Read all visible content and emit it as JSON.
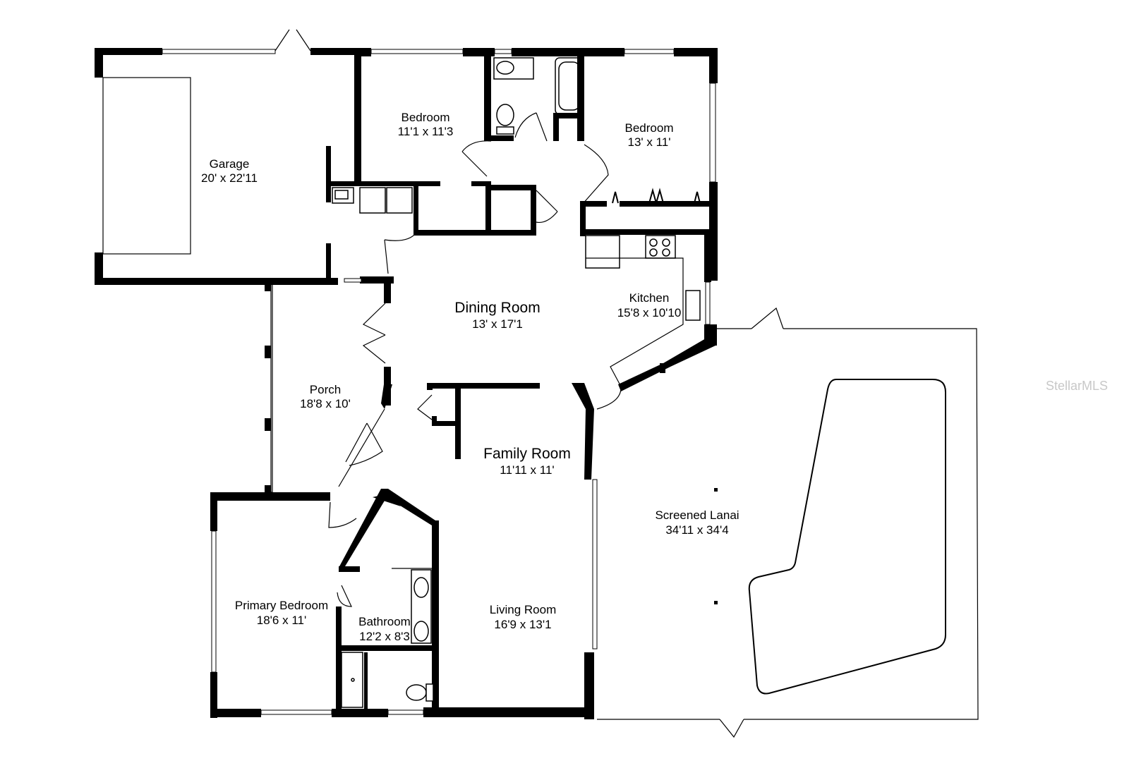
{
  "rooms": {
    "garage": {
      "name": "Garage",
      "size": "20' x 22'11"
    },
    "bedroom_1": {
      "name": "Bedroom",
      "size": "11'1 x 11'3"
    },
    "bedroom_2": {
      "name": "Bedroom",
      "size": "13' x 11'"
    },
    "dining_room": {
      "name": "Dining Room",
      "size": "13' x 17'1"
    },
    "kitchen": {
      "name": "Kitchen",
      "size": "15'8 x 10'10"
    },
    "porch": {
      "name": "Porch",
      "size": "18'8 x 10'"
    },
    "family_room": {
      "name": "Family Room",
      "size": "11'11 x 11'"
    },
    "screened_lanai": {
      "name": "Screened Lanai",
      "size": "34'11 x 34'4"
    },
    "primary_bedroom": {
      "name": "Primary Bedroom",
      "size": "18'6 x 11'"
    },
    "bathroom": {
      "name": "Bathroom",
      "size": "12'2 x 8'3"
    },
    "living_room": {
      "name": "Living Room",
      "size": "16'9 x 13'1"
    }
  },
  "watermark": "StellarMLS"
}
